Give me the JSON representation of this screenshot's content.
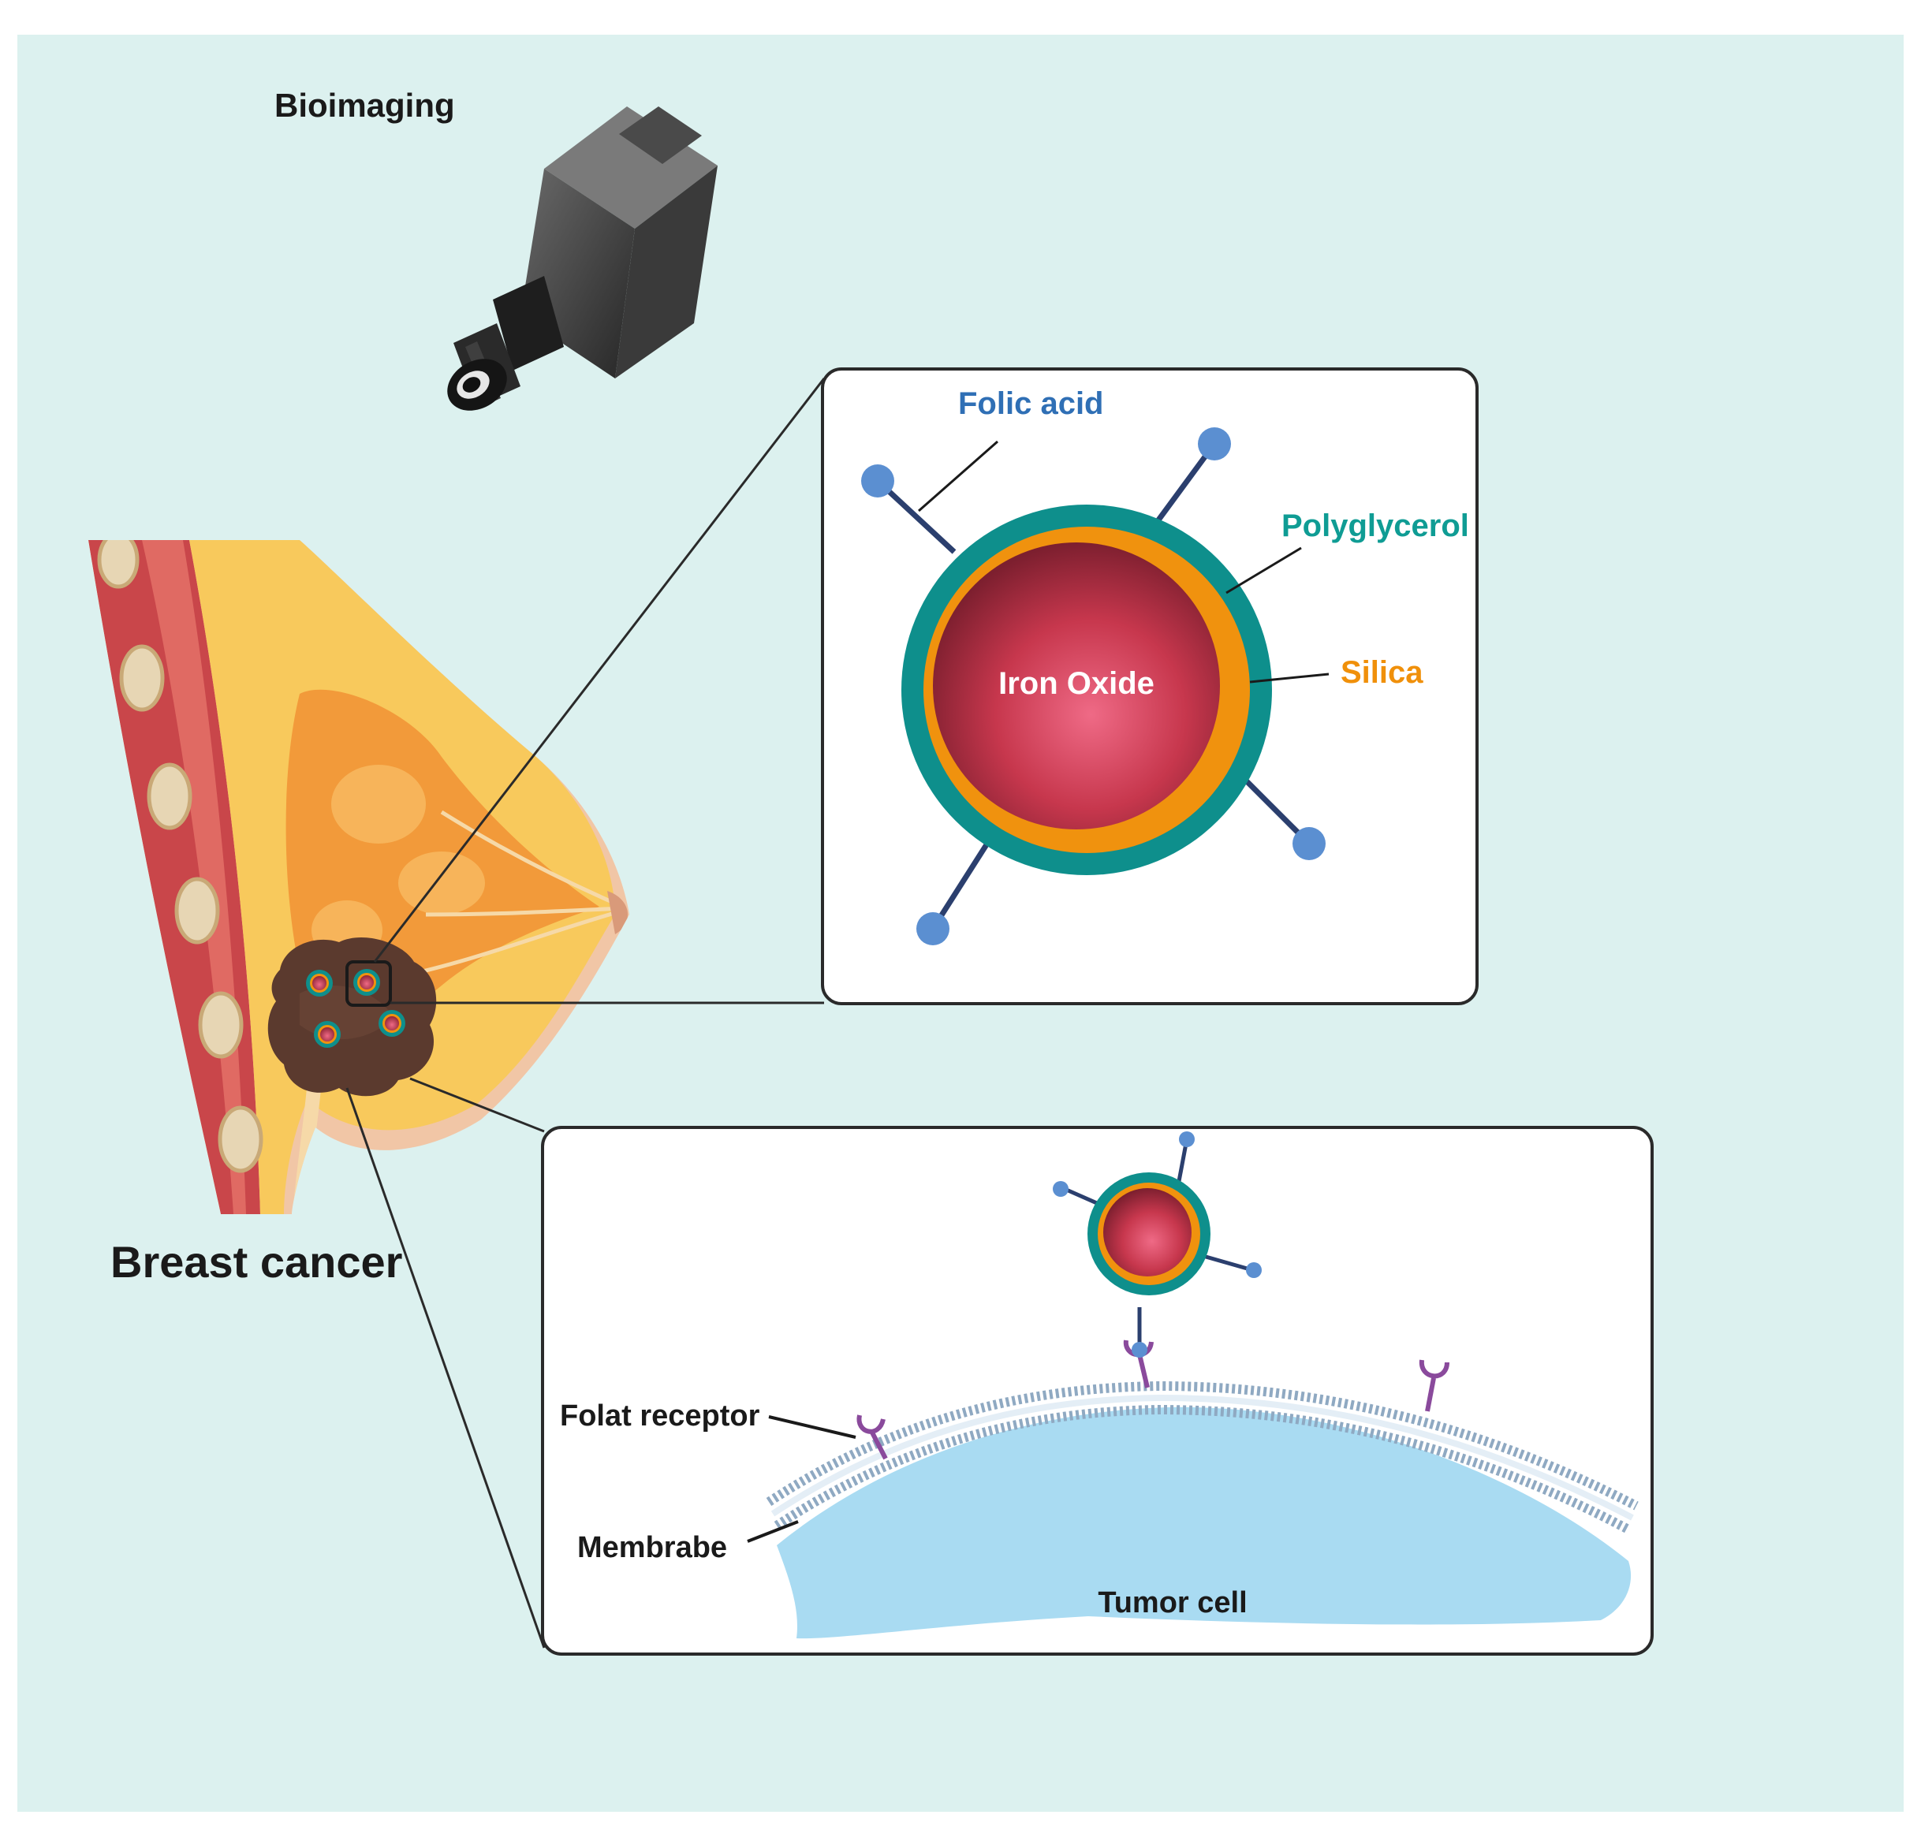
{
  "labels": {
    "bioimaging": "Bioimaging",
    "breast_cancer": "Breast cancer",
    "folic_acid": "Folic acid",
    "polyglycerol": "Polyglycerol",
    "silica": "Silica",
    "iron_oxide": "Iron Oxide",
    "folat_receptor": "Folat receptor",
    "membrane": "Membrabe",
    "tumor_cell": "Tumor cell"
  },
  "colors": {
    "background": "#dcf1ef",
    "folic_acid_text": "#2f6fb5",
    "polyglycerol_text": "#0f9c94",
    "silica_text": "#f0900a",
    "polyglycerol_shell": "#0e8f8c",
    "silica_shell": "#f0920e",
    "iron_core": "#c7374d",
    "ligand": "#5b8fd1",
    "receptor": "#8a4a9c",
    "tumor_cell": "#a9dbf2",
    "tumor_mass": "#5b3a2e",
    "fat": "#f8c95c",
    "gland": "#f29a3a",
    "muscle": "#c9464a"
  },
  "icons": [
    "camera-icon"
  ]
}
